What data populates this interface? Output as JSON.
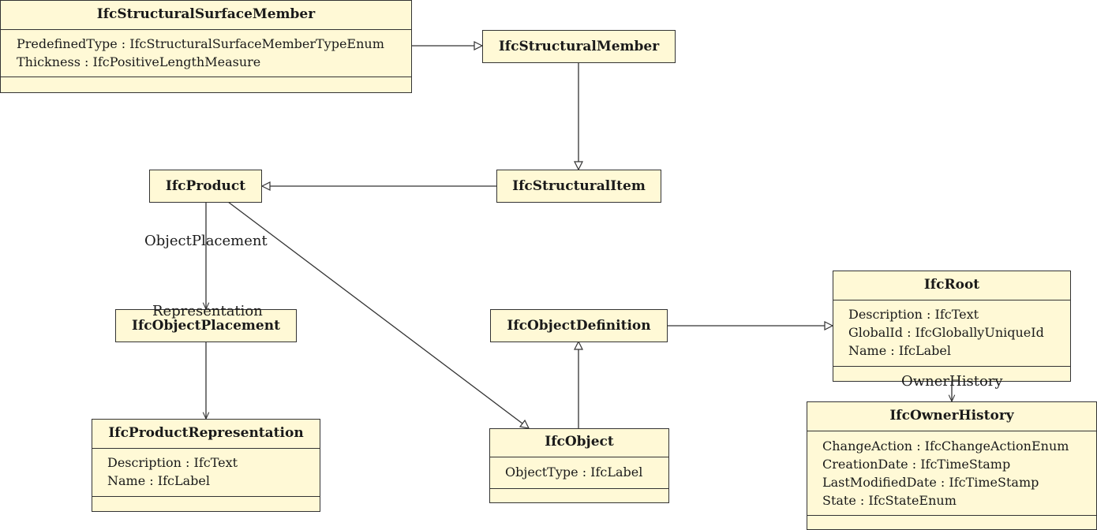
{
  "classes": {
    "structural_surface_member": {
      "name": "IfcStructuralSurfaceMember",
      "attributes": [
        "PredefinedType : IfcStructuralSurfaceMemberTypeEnum",
        "Thickness : IfcPositiveLengthMeasure"
      ]
    },
    "structural_member": {
      "name": "IfcStructuralMember"
    },
    "structural_item": {
      "name": "IfcStructuralItem"
    },
    "product": {
      "name": "IfcProduct"
    },
    "object_placement": {
      "name": "IfcObjectPlacement"
    },
    "product_representation": {
      "name": "IfcProductRepresentation",
      "attributes": [
        "Description : IfcText",
        "Name : IfcLabel"
      ]
    },
    "object_definition": {
      "name": "IfcObjectDefinition"
    },
    "object": {
      "name": "IfcObject",
      "attributes": [
        "ObjectType : IfcLabel"
      ]
    },
    "root": {
      "name": "IfcRoot",
      "attributes": [
        "Description : IfcText",
        "GlobalId : IfcGloballyUniqueId",
        "Name : IfcLabel"
      ]
    },
    "owner_history": {
      "name": "IfcOwnerHistory",
      "attributes": [
        "ChangeAction : IfcChangeActionEnum",
        "CreationDate : IfcTimeStamp",
        "LastModifiedDate : IfcTimeStamp",
        "State : IfcStateEnum"
      ]
    }
  },
  "relations": {
    "object_placement": "ObjectPlacement",
    "representation": "Representation",
    "owner_history": "OwnerHistory"
  }
}
